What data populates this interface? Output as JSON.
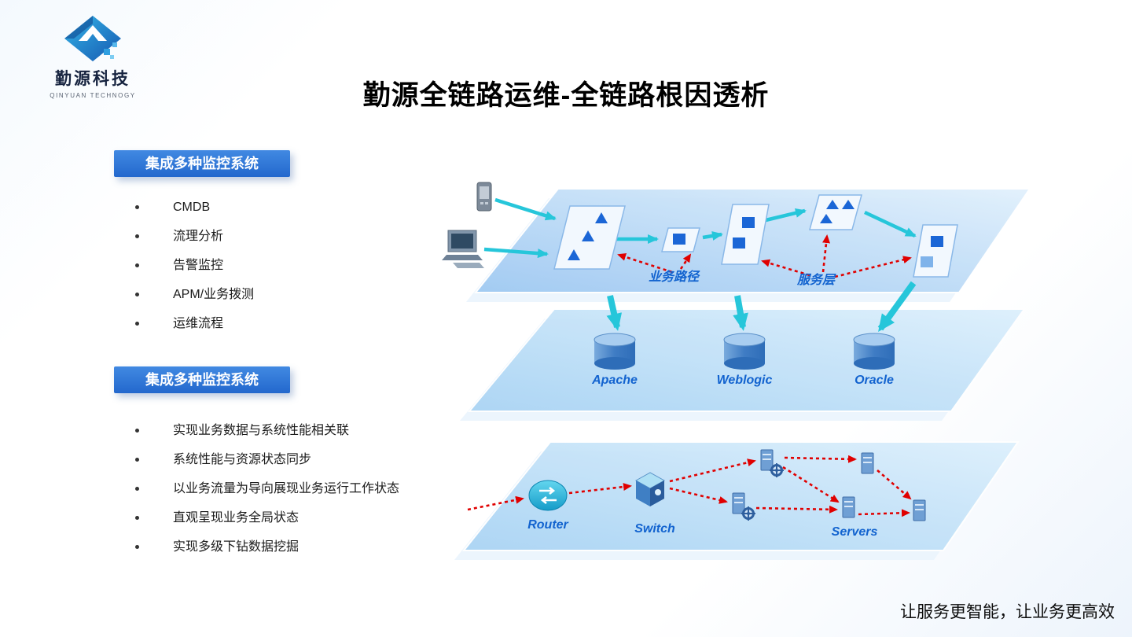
{
  "page": {
    "title": "勤源全链路运维-全链路根因透析",
    "footer": "让服务更智能，让业务更高效"
  },
  "logo": {
    "name": "勤源科技",
    "subtitle": "QINYUAN TECHNOGY"
  },
  "panels": [
    {
      "header": "集成多种监控系统",
      "items": [
        "CMDB",
        "流理分析",
        "告警监控",
        "APM/业务拨测",
        "运维流程"
      ]
    },
    {
      "header": "集成多种监控系统",
      "items": [
        "实现业务数据与系统性能相关联",
        "系统性能与资源状态同步",
        "以业务流量为导向展现业务运行工作状态",
        "直观呈现业务全局状态",
        "实现多级下钻数据挖掘"
      ]
    }
  ],
  "diagram": {
    "business_path_label": "业务路径",
    "service_layer_label": "服务层",
    "middleware": [
      "Apache",
      "Weblogic",
      "Oracle"
    ],
    "network": [
      "Router",
      "Switch",
      "Servers"
    ],
    "icons": [
      "phone-icon",
      "desktop-computer-icon",
      "database-cylinder-icon",
      "router-icon",
      "switch-icon",
      "server-icon",
      "gear-icon"
    ],
    "colors": {
      "badge_blue": "#2e75d4",
      "label_blue": "#1263cf",
      "node_blue": "#1b66d6",
      "arrow_cyan": "#26c6da",
      "arrow_red": "#e00000",
      "plane_light": "#dceefb",
      "plane_deep": "#a7cdf3"
    }
  }
}
